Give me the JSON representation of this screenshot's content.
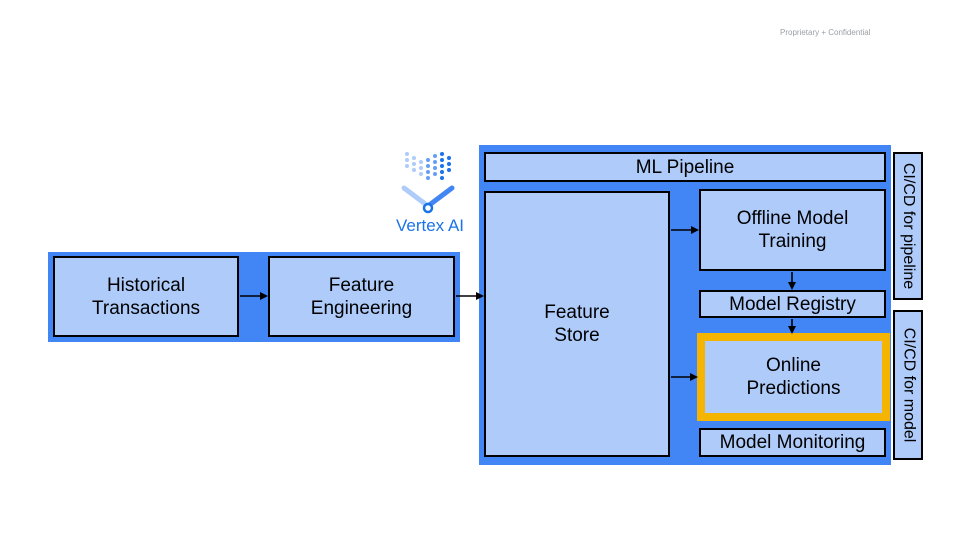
{
  "footer": {
    "note": "Proprietary + Confidential"
  },
  "logo": {
    "text": "Vertex AI",
    "icon": "vertex-ai-logo"
  },
  "nodes": {
    "historical_transactions": "Historical\nTransactions",
    "feature_engineering": "Feature\nEngineering",
    "ml_pipeline": "ML Pipeline",
    "feature_store": "Feature\nStore",
    "offline_model_training": "Offline Model\nTraining",
    "model_registry": "Model Registry",
    "online_predictions": "Online\nPredictions",
    "model_monitoring": "Model Monitoring",
    "cicd_pipeline": "CI/CD for pipeline",
    "cicd_model": "CI/CD for model"
  },
  "colors": {
    "panel_blue": "#4285f4",
    "box_fill": "#aecbfa",
    "highlight": "#f4b400",
    "logo_blue": "#1a73e8"
  }
}
